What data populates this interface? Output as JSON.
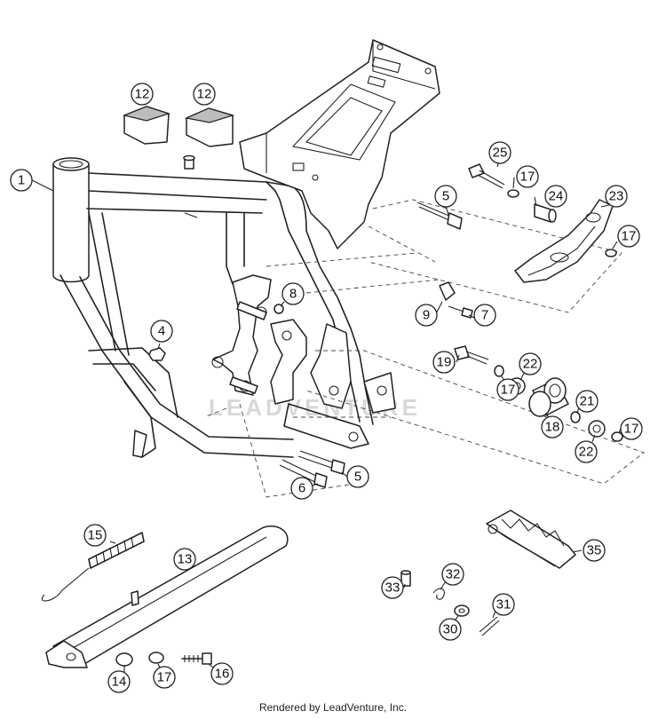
{
  "diagram": {
    "watermark": "LEADVENTURE",
    "credit": "Rendered by LeadVenture, Inc.",
    "callouts": [
      {
        "id": "c1",
        "label": "1"
      },
      {
        "id": "c12a",
        "label": "12"
      },
      {
        "id": "c12b",
        "label": "12"
      },
      {
        "id": "c25",
        "label": "25"
      },
      {
        "id": "c17a",
        "label": "17"
      },
      {
        "id": "c24",
        "label": "24"
      },
      {
        "id": "c23",
        "label": "23"
      },
      {
        "id": "c17b",
        "label": "17"
      },
      {
        "id": "c5a",
        "label": "5"
      },
      {
        "id": "c8",
        "label": "8"
      },
      {
        "id": "c9",
        "label": "9"
      },
      {
        "id": "c7",
        "label": "7"
      },
      {
        "id": "c4",
        "label": "4"
      },
      {
        "id": "c19",
        "label": "19"
      },
      {
        "id": "c22a",
        "label": "22"
      },
      {
        "id": "c17c",
        "label": "17"
      },
      {
        "id": "c21",
        "label": "21"
      },
      {
        "id": "c18",
        "label": "18"
      },
      {
        "id": "c22b",
        "label": "22"
      },
      {
        "id": "c17d",
        "label": "17"
      },
      {
        "id": "c6",
        "label": "6"
      },
      {
        "id": "c5b",
        "label": "5"
      },
      {
        "id": "c15",
        "label": "15"
      },
      {
        "id": "c13",
        "label": "13"
      },
      {
        "id": "c14",
        "label": "14"
      },
      {
        "id": "c17e",
        "label": "17"
      },
      {
        "id": "c16",
        "label": "16"
      },
      {
        "id": "c35",
        "label": "35"
      },
      {
        "id": "c32",
        "label": "32"
      },
      {
        "id": "c33",
        "label": "33"
      },
      {
        "id": "c31",
        "label": "31"
      },
      {
        "id": "c30",
        "label": "30"
      }
    ]
  }
}
